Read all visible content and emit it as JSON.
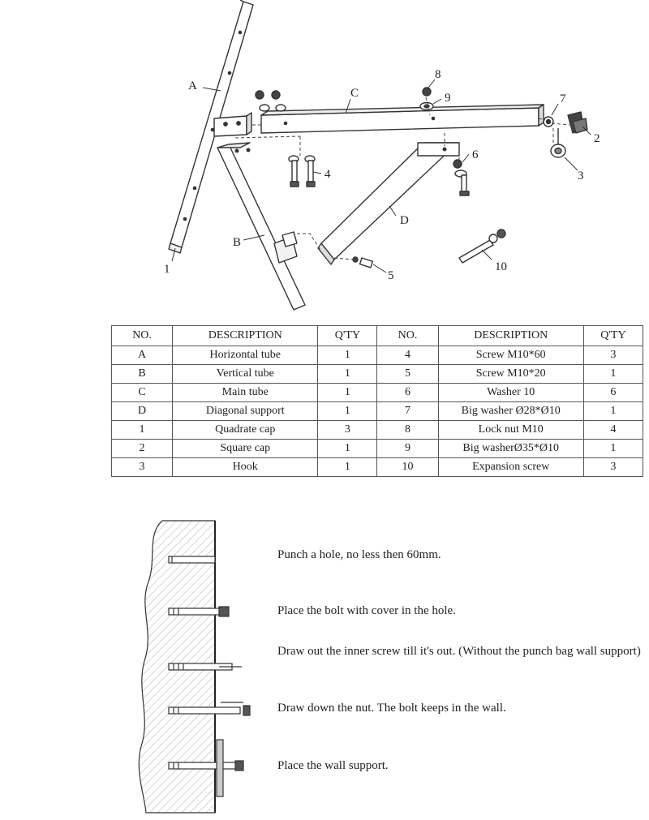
{
  "diagram": {
    "callouts": [
      "A",
      "B",
      "C",
      "D",
      "1",
      "2",
      "3",
      "4",
      "5",
      "6",
      "7",
      "8",
      "9",
      "10"
    ]
  },
  "parts_table": {
    "headers": [
      "NO.",
      "DESCRIPTION",
      "Q'TY",
      "NO.",
      "DESCRIPTION",
      "Q'TY"
    ],
    "rows": [
      [
        "A",
        "Horizontal tube",
        "1",
        "4",
        "Screw M10*60",
        "3"
      ],
      [
        "B",
        "Vertical tube",
        "1",
        "5",
        "Screw M10*20",
        "1"
      ],
      [
        "C",
        "Main tube",
        "1",
        "6",
        "Washer 10",
        "6"
      ],
      [
        "D",
        "Diagonal support",
        "1",
        "7",
        "Big washer Ø28*Ø10",
        "1"
      ],
      [
        "1",
        "Quadrate cap",
        "3",
        "8",
        "Lock nut M10",
        "4"
      ],
      [
        "2",
        "Square cap",
        "1",
        "9",
        "Big washerØ35*Ø10",
        "1"
      ],
      [
        "3",
        "Hook",
        "1",
        "10",
        "Expansion screw",
        "3"
      ]
    ]
  },
  "steps": [
    "Punch a hole, no less then 60mm.",
    "Place the bolt with cover in the hole.",
    "Draw out the inner screw till it's out. (Without the punch bag wall support)",
    "Draw down the nut. The bolt keeps in the wall.",
    "Place the wall support."
  ]
}
